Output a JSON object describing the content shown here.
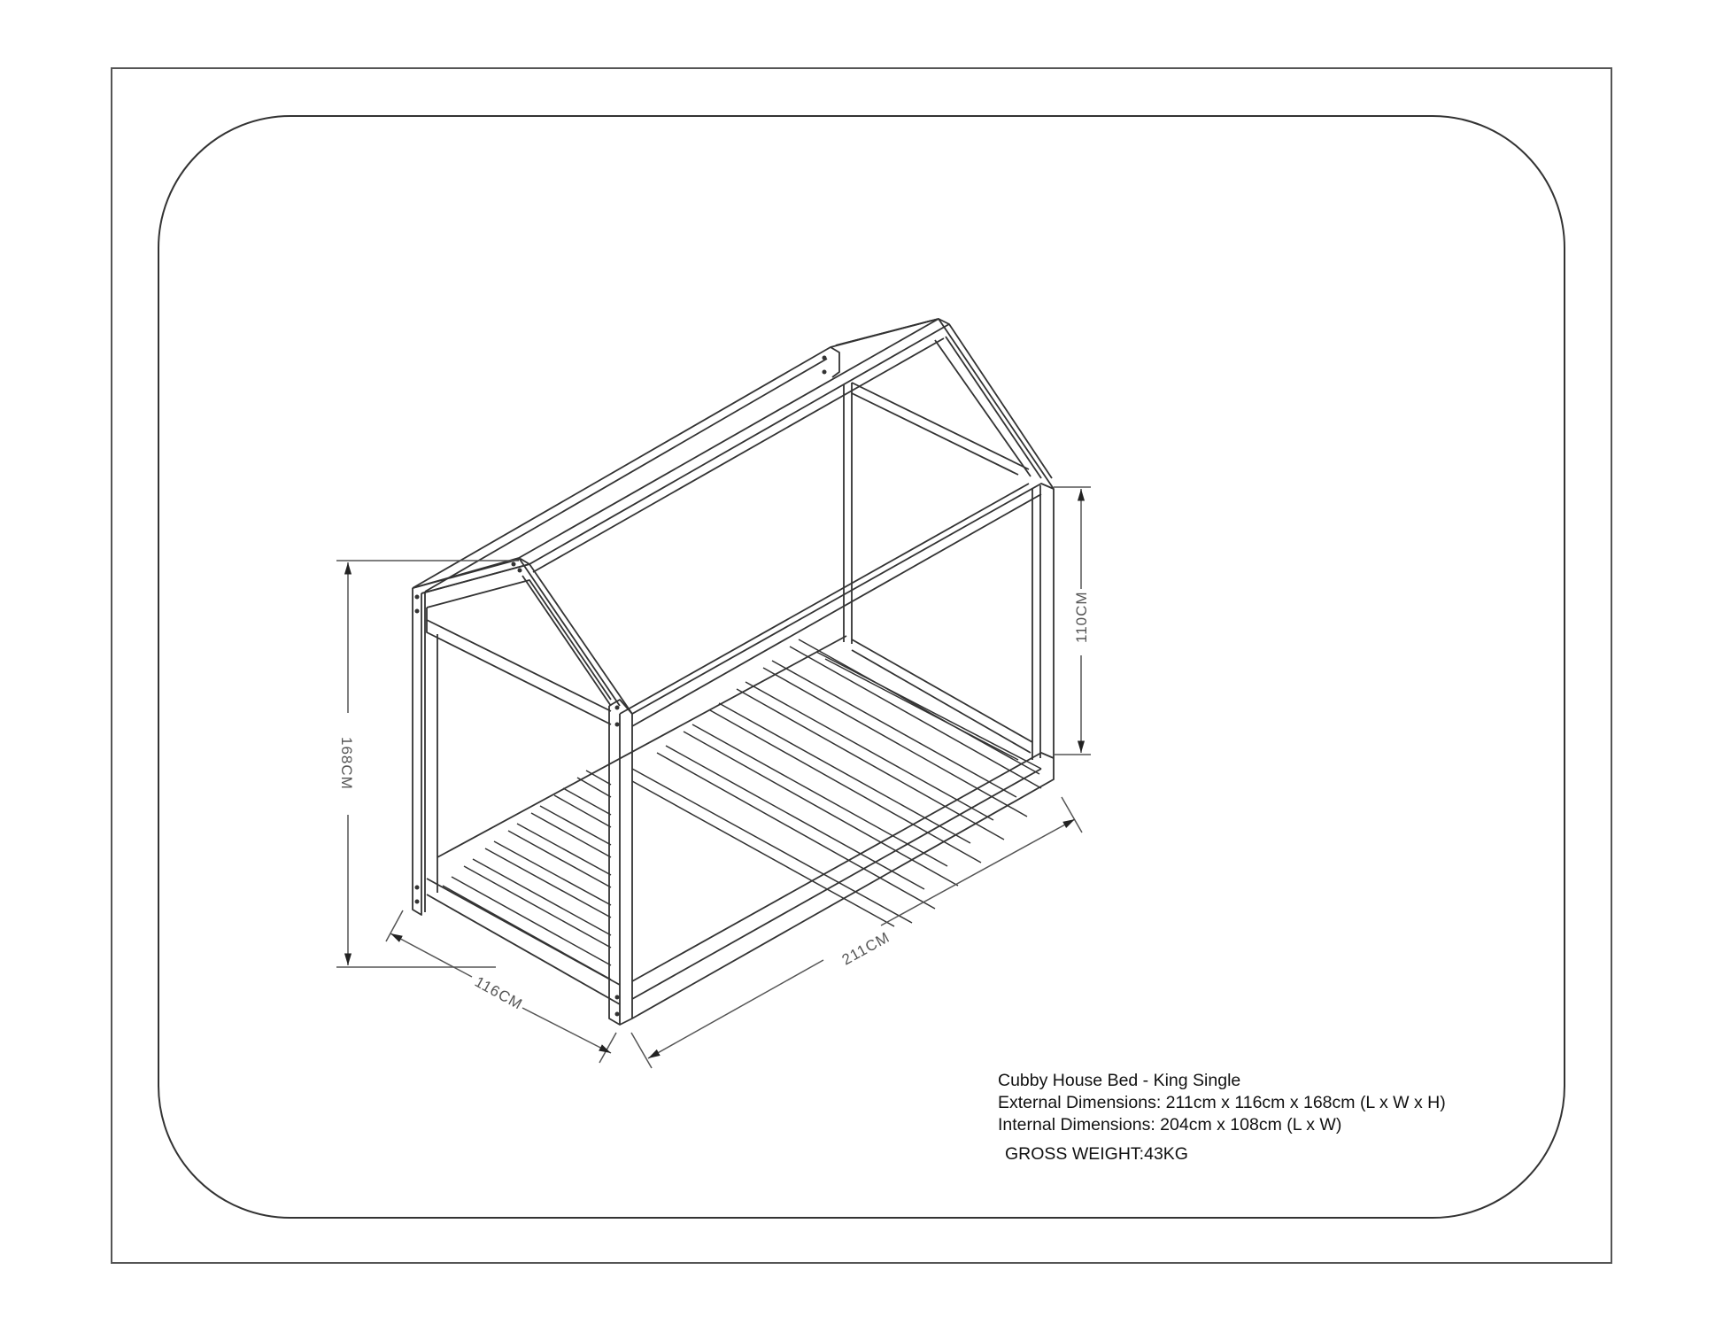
{
  "drawing": {
    "subject": "Cubby house bed frame isometric line drawing",
    "dimensions": {
      "height_total": "168CM",
      "width": "116CM",
      "length": "211CM",
      "side_height": "110CM"
    }
  },
  "spec": {
    "title": "Cubby House Bed - King Single",
    "external": "External Dimensions: 211cm x 116cm x 168cm (L x W x H)",
    "internal": "Internal Dimensions: 204cm x 108cm (L x W)",
    "weight": "GROSS WEIGHT:43KG"
  },
  "colors": {
    "line": "#333333",
    "dimension_line": "#555555",
    "background": "#ffffff"
  }
}
